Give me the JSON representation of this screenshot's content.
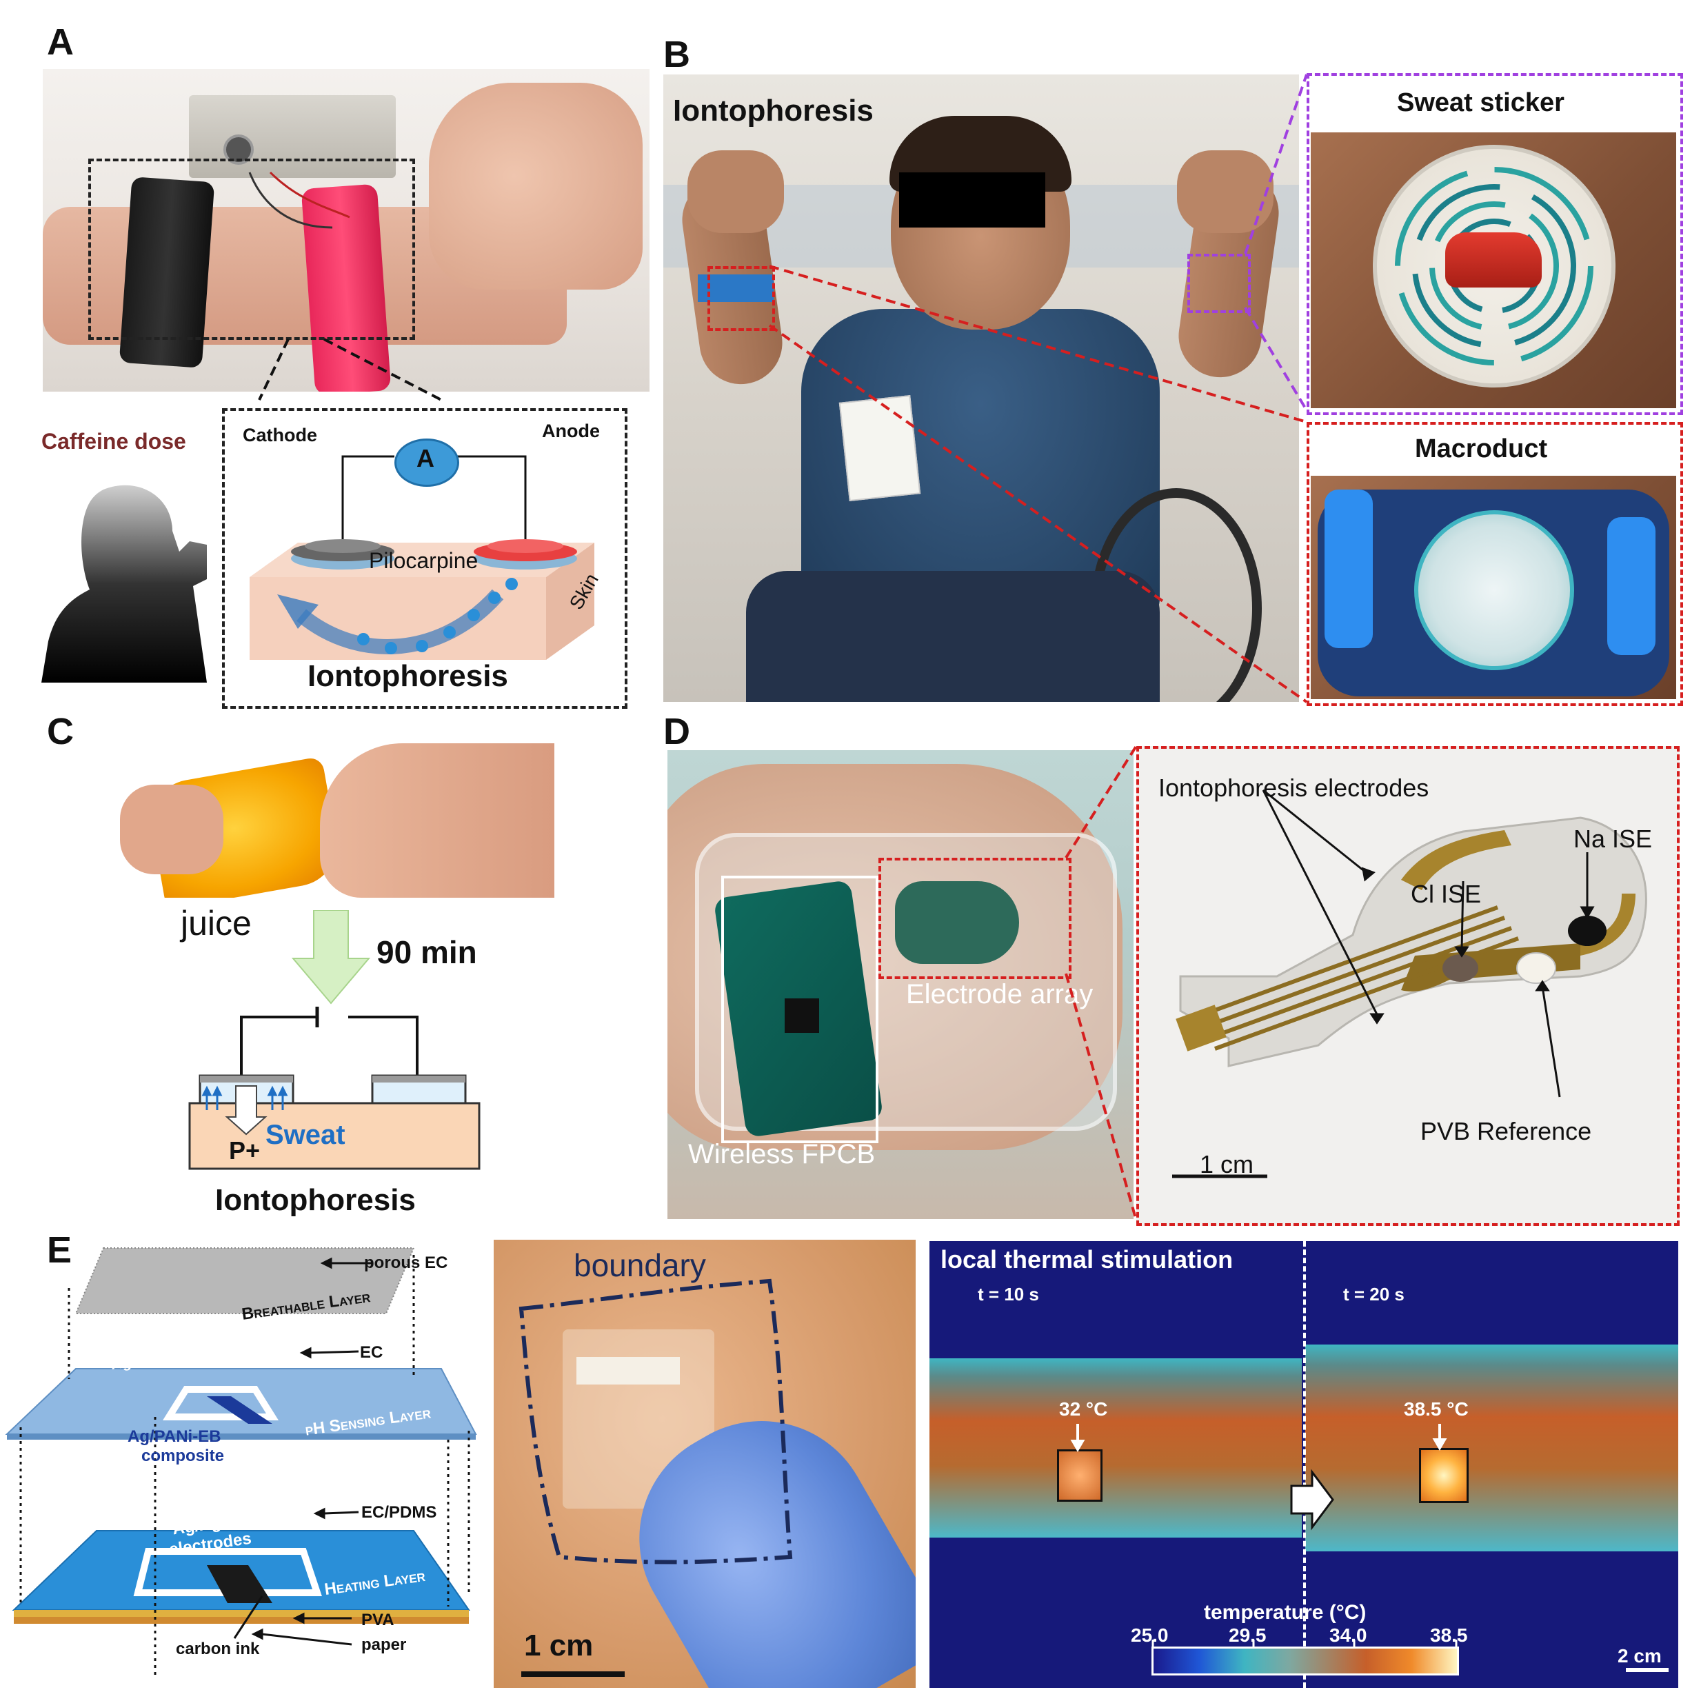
{
  "panel_labels": {
    "a": "A",
    "b": "B",
    "c": "C",
    "d": "D",
    "e": "E"
  },
  "panel_a": {
    "caffeine_dose": "Caffeine dose",
    "cathode": "Cathode",
    "anode": "Anode",
    "ammeter": "A",
    "pilocarpine": "Pilocarpine",
    "skin": "Skin",
    "iontophoresis": "Iontophoresis"
  },
  "panel_b": {
    "iontophoresis": "Iontophoresis",
    "sweat_sticker": "Sweat sticker",
    "macroduct": "Macroduct"
  },
  "panel_c": {
    "juice": "juice",
    "time": "90 min",
    "sweat": "Sweat",
    "p_plus": "P+",
    "iontophoresis": "Iontophoresis"
  },
  "panel_d": {
    "electrode_array": "Electrode array",
    "wireless_fpcb": "Wireless FPCB",
    "iontophoresis_electrodes": "Iontophoresis electrodes",
    "na_ise": "Na ISE",
    "cl_ise": "Cl ISE",
    "pvb_reference": "PVB Reference",
    "scale": "1 cm"
  },
  "panel_e": {
    "porous_ec": "porous EC",
    "breathable_layer": "Breathable Layer",
    "ec": "EC",
    "agagcl_electrodes_top": "Ag/AgCl electrodes",
    "ph_sensing_layer": "pH Sensing Layer",
    "ag_pani_line1": "Ag/PANi-EB",
    "ag_pani_line2": "composite",
    "ec_pdms": "EC/PDMS",
    "agagcl_line1": "Ag/AgCl",
    "agagcl_line2": "electrodes",
    "heating_layer": "Heating Layer",
    "carbon_ink": "carbon ink",
    "pva": "PVA",
    "paper": "paper",
    "boundary": "boundary",
    "scale_photo": "1 cm",
    "thermal_title": "local thermal stimulation",
    "t1": "t = 10 s",
    "t2": "t = 20 s",
    "temp1": "32 °C",
    "temp2": "38.5 °C",
    "colorbar_label": "temperature (°C)",
    "ticks": [
      "25.0",
      "29.5",
      "34.0",
      "38.5"
    ],
    "scale_thermal": "2 cm"
  }
}
